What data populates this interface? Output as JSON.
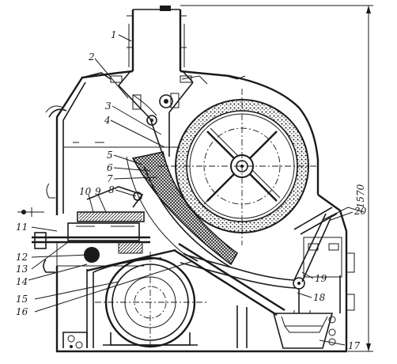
{
  "figure": {
    "dimension_label": "1570",
    "part_labels": [
      "1",
      "2",
      "3",
      "4",
      "5",
      "6",
      "7",
      "8",
      "9",
      "10",
      "11",
      "12",
      "13",
      "14",
      "15",
      "16",
      "17",
      "18",
      "19",
      "20"
    ]
  },
  "colors": {
    "ink": "#1a1a1a",
    "paper": "#ffffff"
  }
}
